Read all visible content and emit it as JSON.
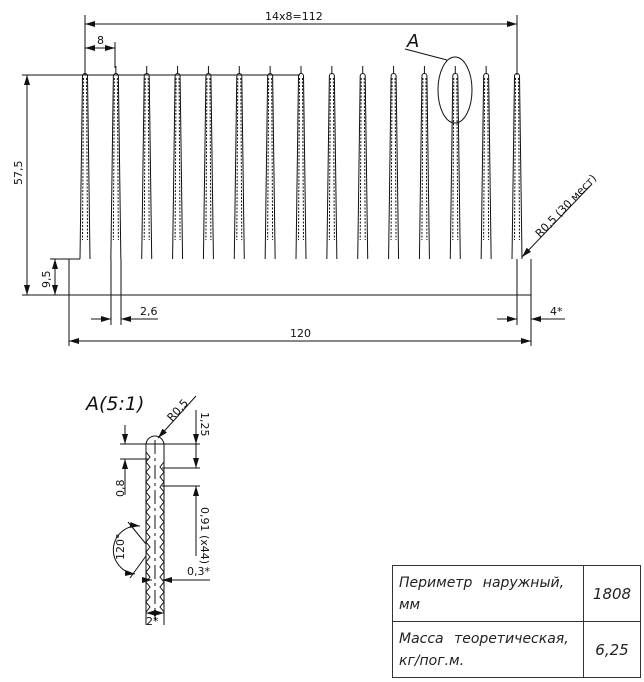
{
  "drawing": {
    "fin_count": 15,
    "labels": {
      "pitch_total": "14x8=112",
      "pitch": "8",
      "height": "57,5",
      "base_height": "9,5",
      "fin_width": "2,6",
      "width": "120",
      "edge": "4*",
      "radius_note": "R0,5 (30 мест)",
      "detail_marker": "A"
    }
  },
  "detail": {
    "title": "A(5:1)",
    "radius": "R0,5",
    "top_offset": "1,25",
    "tooth_depth": "0,8",
    "tooth_pitch": "0,91 (x44)",
    "angle": "120°",
    "groove": "0,3*",
    "width": "2*"
  },
  "table": {
    "rows": [
      {
        "label": "Периметр наружный, мм",
        "value": "1808"
      },
      {
        "label": "Масса теоретическая, кг/пог.м.",
        "value": "6,25"
      }
    ]
  }
}
